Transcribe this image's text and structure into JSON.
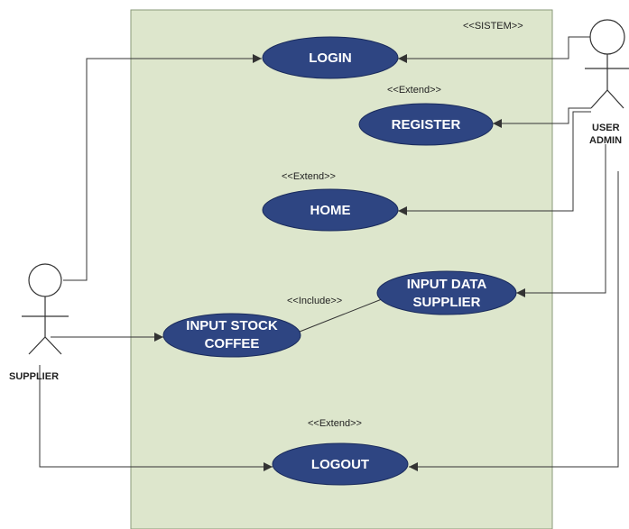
{
  "colors": {
    "system_fill": "#dde6cc",
    "system_border": "#8a9a7a",
    "use_case_fill": "#2e4582",
    "use_case_stroke": "#1a2b5c"
  },
  "system": {
    "stereotype": "<<SISTEM>>"
  },
  "actors": {
    "user_admin": {
      "line1": "USER",
      "line2": "ADMIN"
    },
    "supplier": {
      "label": "SUPPLIER"
    }
  },
  "use_cases": {
    "login": "LOGIN",
    "register": "REGISTER",
    "home": "HOME",
    "input_data_supplier": {
      "line1": "INPUT DATA",
      "line2": "SUPPLIER"
    },
    "input_stock_coffee": {
      "line1": "INPUT STOCK",
      "line2": "COFFEE"
    },
    "logout": "LOGOUT"
  },
  "stereotypes": {
    "register_extend": "<<Extend>>",
    "home_extend": "<<Extend>>",
    "include": "<<Include>>",
    "logout_extend": "<<Extend>>"
  }
}
